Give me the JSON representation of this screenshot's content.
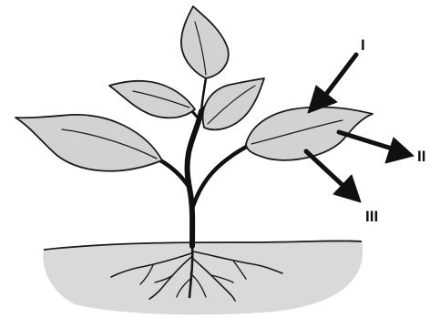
{
  "diagram": {
    "labels": {
      "one": "I",
      "two": "II",
      "three": "III"
    },
    "colors": {
      "leaf_fill": "#d2d2d2",
      "soil_fill": "#d9d9d9",
      "stroke": "#1a1a1a",
      "background": "#ffffff"
    }
  }
}
